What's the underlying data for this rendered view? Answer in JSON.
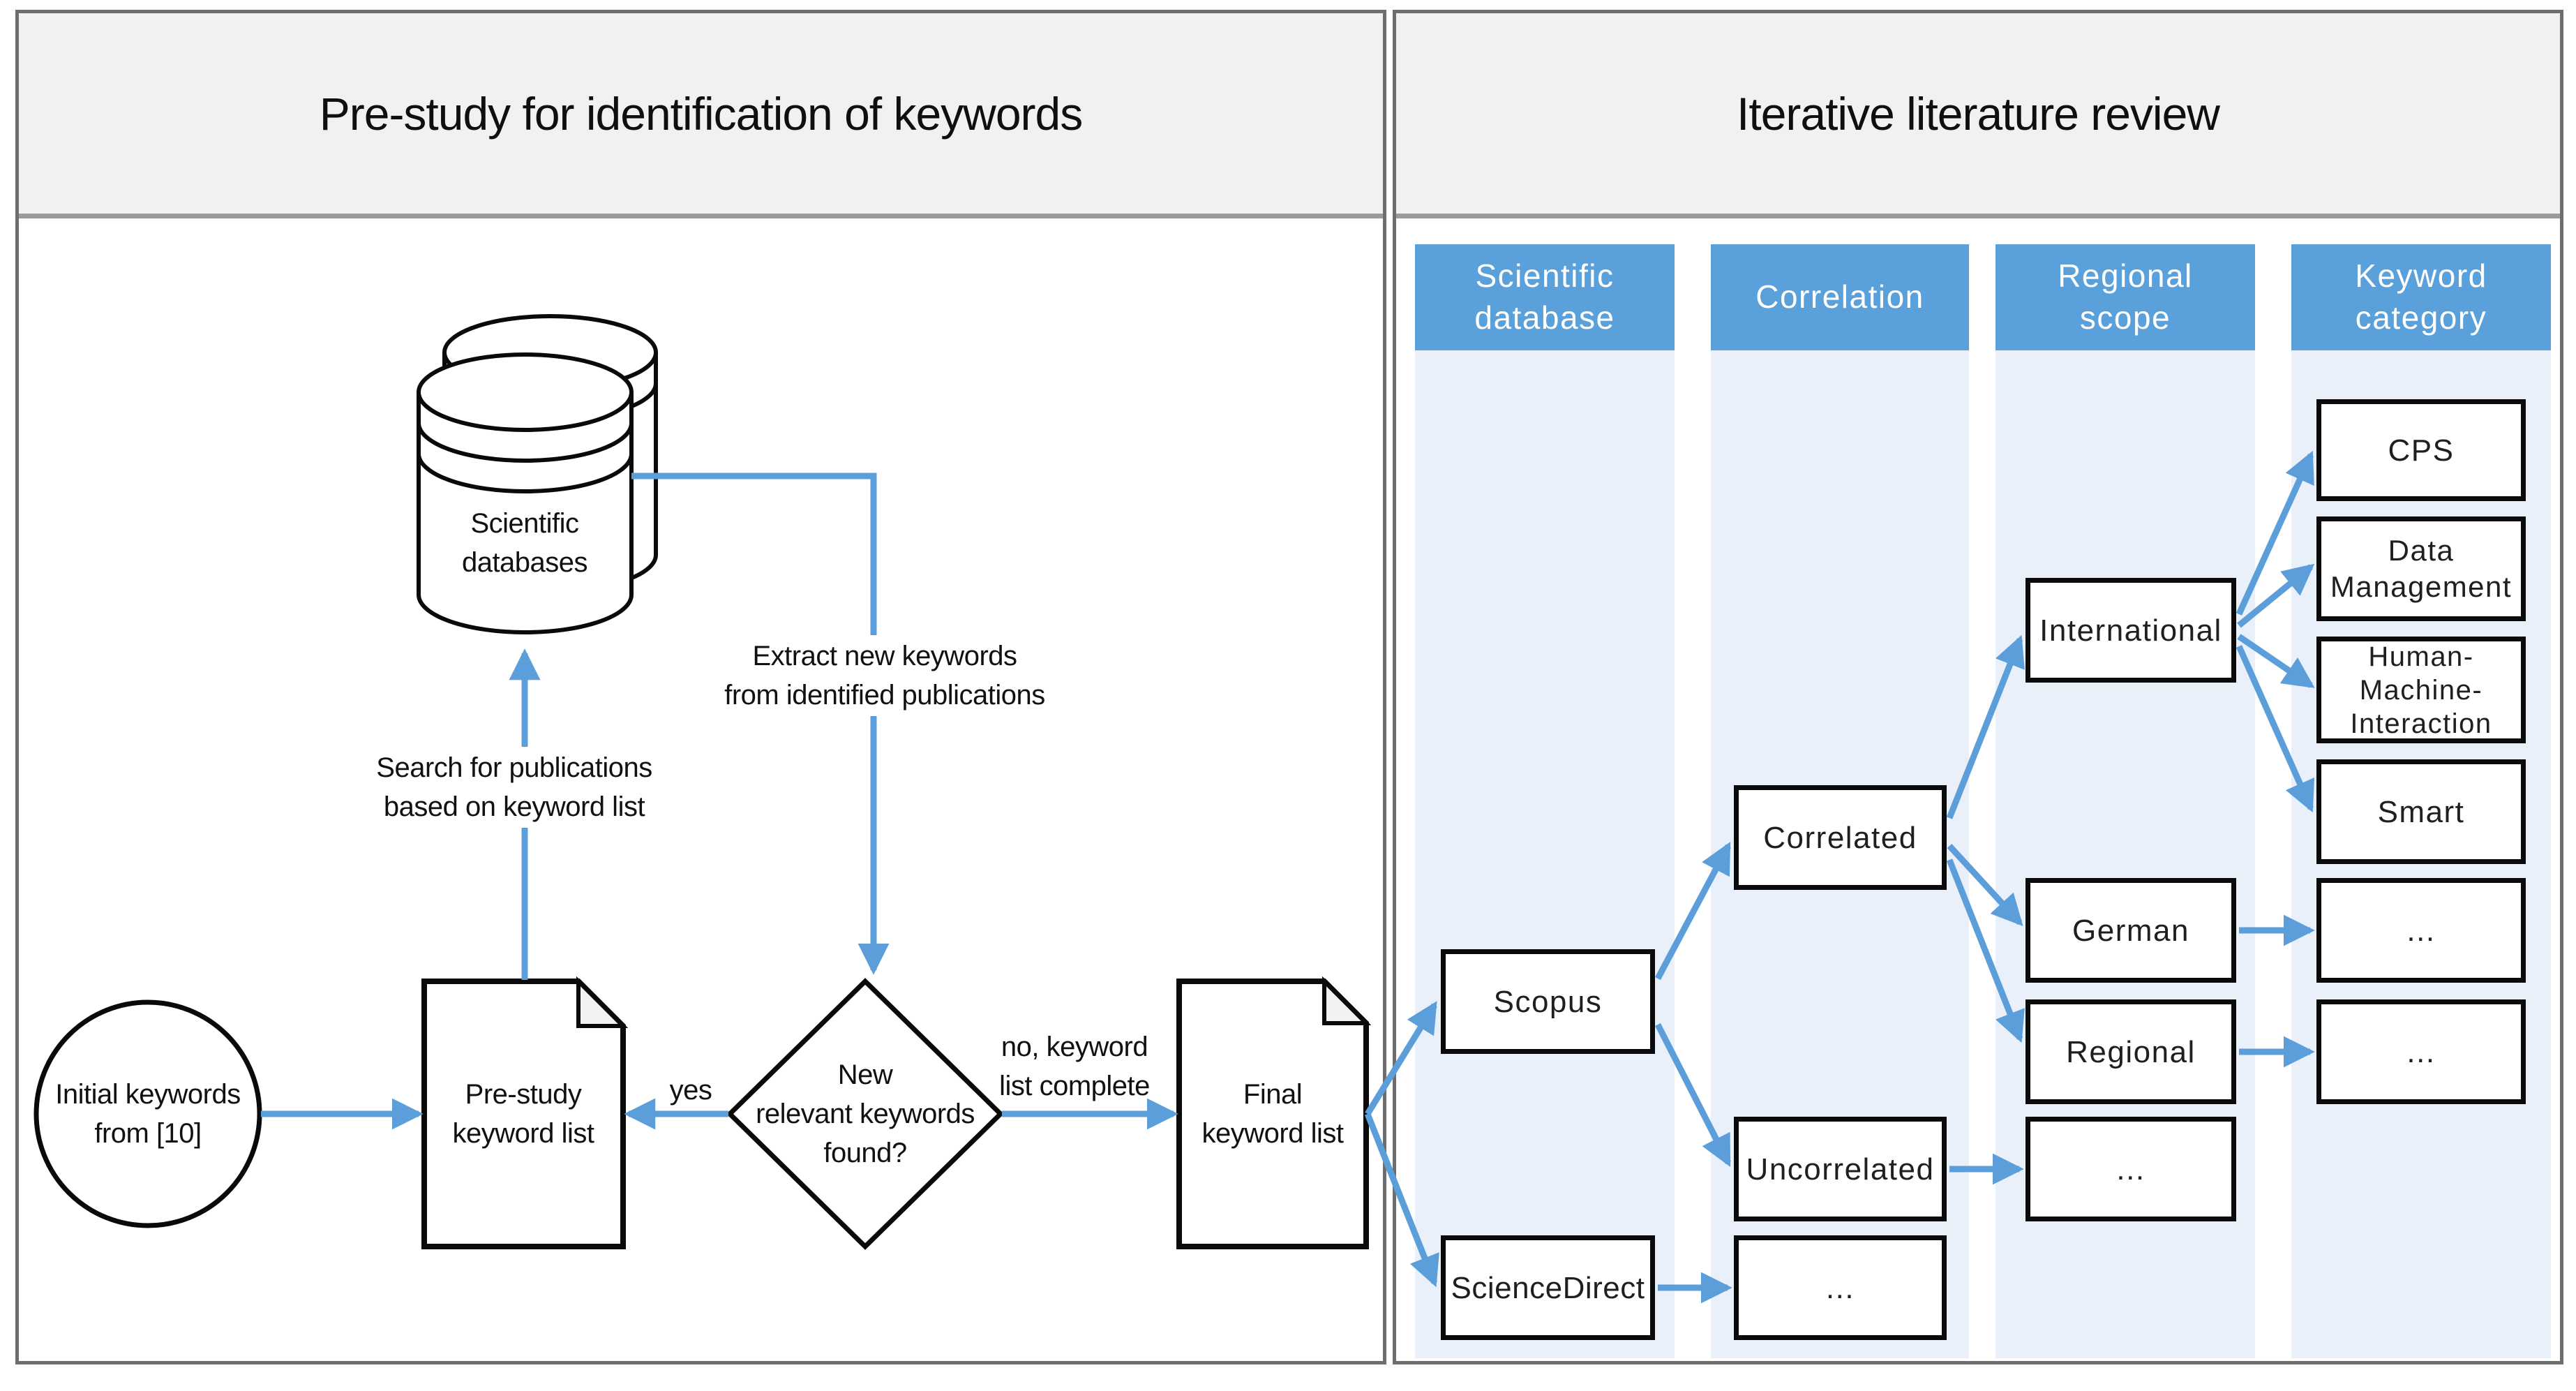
{
  "colors": {
    "accent_blue": "#5B9ED9",
    "header_blue": "#5AA1DB",
    "column_bg": "#E9F0FA",
    "panel_border_gray": "#6e6e6e",
    "title_band_bg": "#F1F1F1"
  },
  "left_panel": {
    "title": "Pre-study for identification of keywords",
    "nodes": {
      "initial": "Initial keywords\nfrom [10]",
      "database": "Scientific\ndatabases",
      "prestudy": "Pre-study\nkeyword list",
      "decision": "New\nrelevant keywords\nfound?",
      "final": "Final\nkeyword list"
    },
    "edge_labels": {
      "search": "Search for publications\nbased on keyword list",
      "extract": "Extract new keywords\nfrom identified publications",
      "yes": "yes",
      "no": "no, keyword\nlist complete"
    }
  },
  "right_panel": {
    "title": "Iterative literature review",
    "columns": [
      "Scientific\ndatabase",
      "Correlation",
      "Regional\nscope",
      "Keyword\ncategory"
    ],
    "nodes": {
      "scopus": "Scopus",
      "sciencedirect": "ScienceDirect",
      "correlated": "Correlated",
      "uncorrelated": "Uncorrelated",
      "correlation_more": "...",
      "international": "International",
      "german": "German",
      "regional": "Regional",
      "regional_more": "...",
      "cps": "CPS",
      "data_management": "Data\nManagement",
      "hmi": "Human-\nMachine-\nInteraction",
      "smart": "Smart",
      "keyword_more_german": "...",
      "keyword_more_regional": "..."
    }
  }
}
